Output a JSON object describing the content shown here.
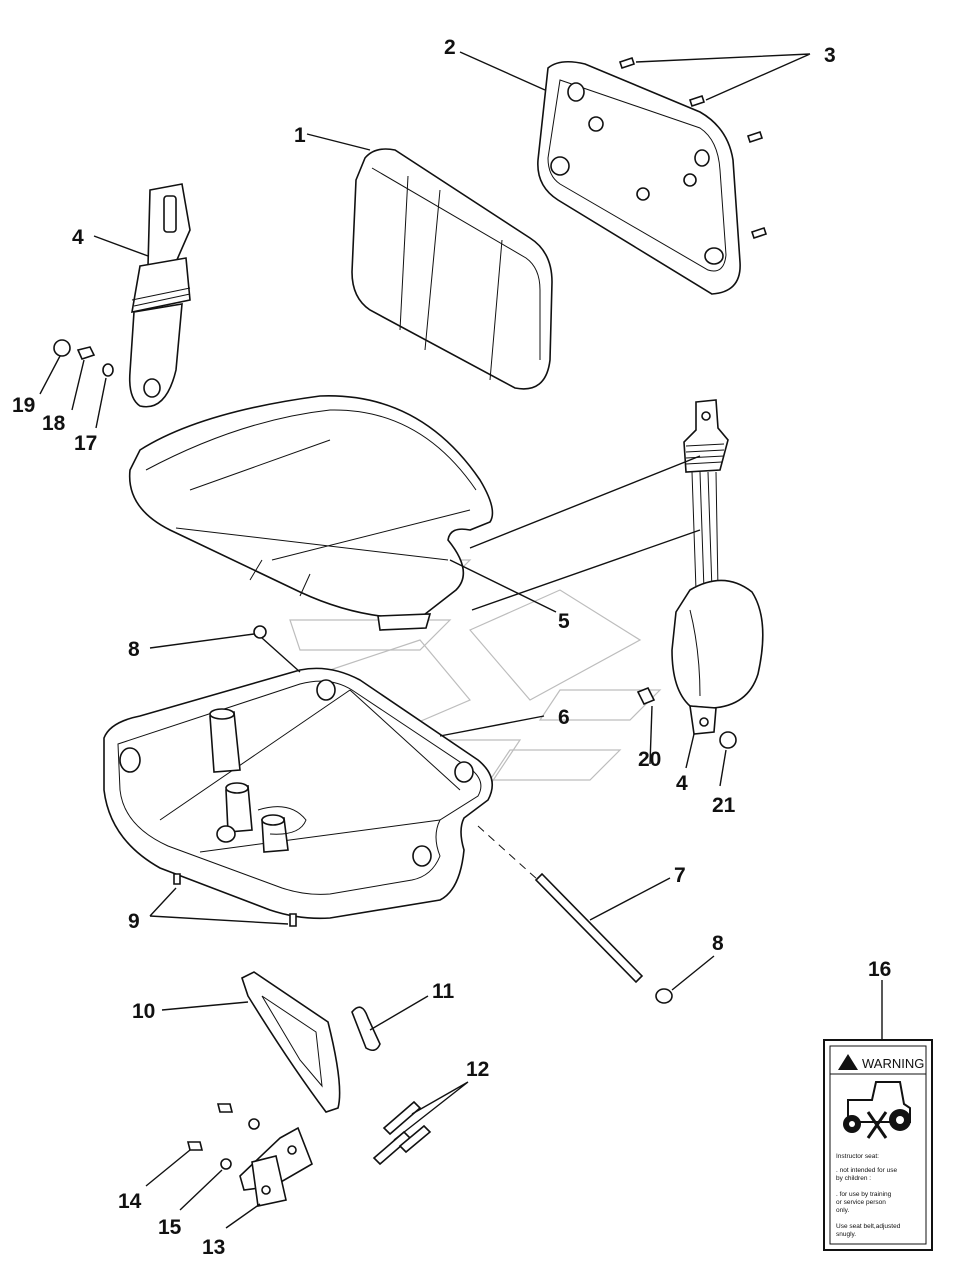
{
  "callouts": [
    "1",
    "2",
    "3",
    "4",
    "4",
    "5",
    "6",
    "7",
    "8",
    "8",
    "9",
    "10",
    "11",
    "12",
    "13",
    "14",
    "15",
    "16",
    "17",
    "18",
    "19",
    "20",
    "21"
  ],
  "label": {
    "warning": "WARNING",
    "heading": "Instructor seat:",
    "line1": ". not intended for use",
    "line2": "  by children :",
    "line3": ". for use by training",
    "line4": "  or service person",
    "line5": "  only.",
    "line6": "Use seat belt,adjusted",
    "line7": "snugly."
  }
}
